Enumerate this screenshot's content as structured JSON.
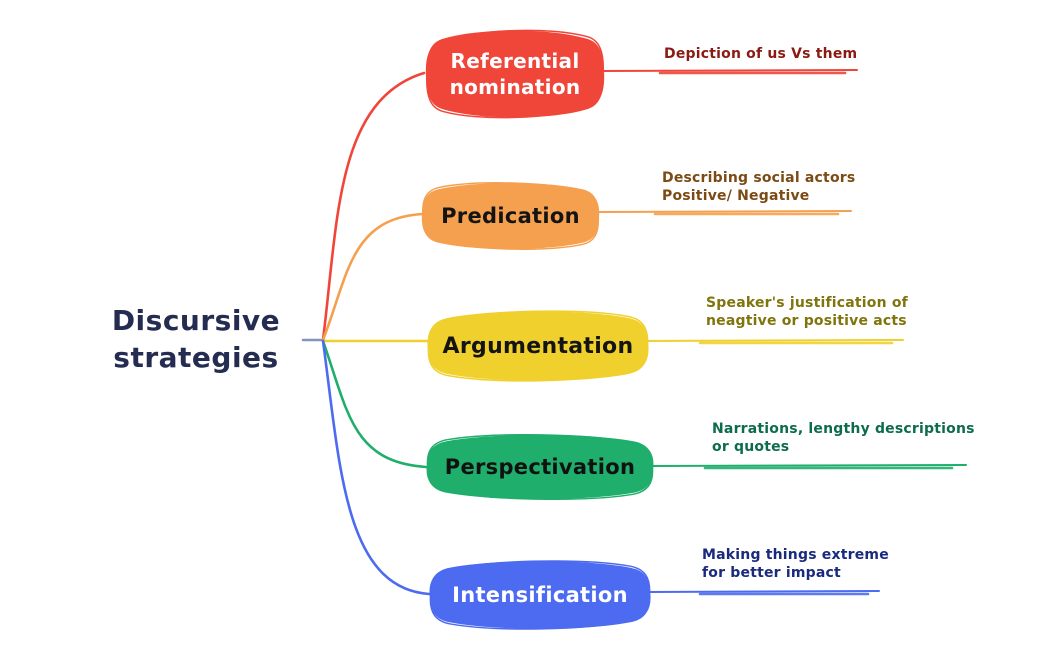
{
  "root": {
    "label": "Discursive\nstrategies",
    "text_color": "#242C51",
    "stub_color": "#8295BC"
  },
  "nodes": [
    {
      "label": "Referential\nnomination",
      "description": "Depiction of us Vs them",
      "color": "#F0463A",
      "text_color": "#FFFFFF",
      "desc_color": "#8A1A12"
    },
    {
      "label": "Predication",
      "description": "Describing social actors\nPositive/ Negative",
      "color": "#F5A04E",
      "text_color": "#141414",
      "desc_color": "#7C4A14"
    },
    {
      "label": "Argumentation",
      "description": "Speaker's justification of\nneagtive or positive acts",
      "color": "#F0D02D",
      "text_color": "#141414",
      "desc_color": "#80740C"
    },
    {
      "label": "Perspectivation",
      "description": "Narrations, lengthy descriptions\nor quotes",
      "color": "#1FAE6C",
      "text_color": "#111111",
      "desc_color": "#0C6C4B"
    },
    {
      "label": "Intensification",
      "description": "Making things extreme\nfor better impact",
      "color": "#4C6BF0",
      "text_color": "#FFFFFF",
      "desc_color": "#1A2A7E"
    }
  ]
}
